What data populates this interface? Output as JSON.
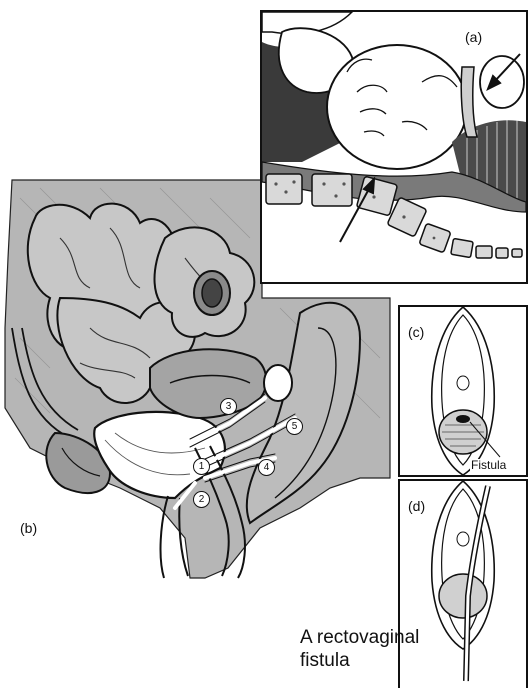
{
  "panels": {
    "a": {
      "letter": "(a)"
    },
    "b": {
      "letter": "(b)"
    },
    "c": {
      "letter": "(c)",
      "callout": "Fistula"
    },
    "d": {
      "letter": "(d)"
    }
  },
  "fistula_sites": [
    "1",
    "2",
    "3",
    "4",
    "5"
  ],
  "caption": {
    "line1": "A rectovaginal",
    "line2": "fistula"
  }
}
